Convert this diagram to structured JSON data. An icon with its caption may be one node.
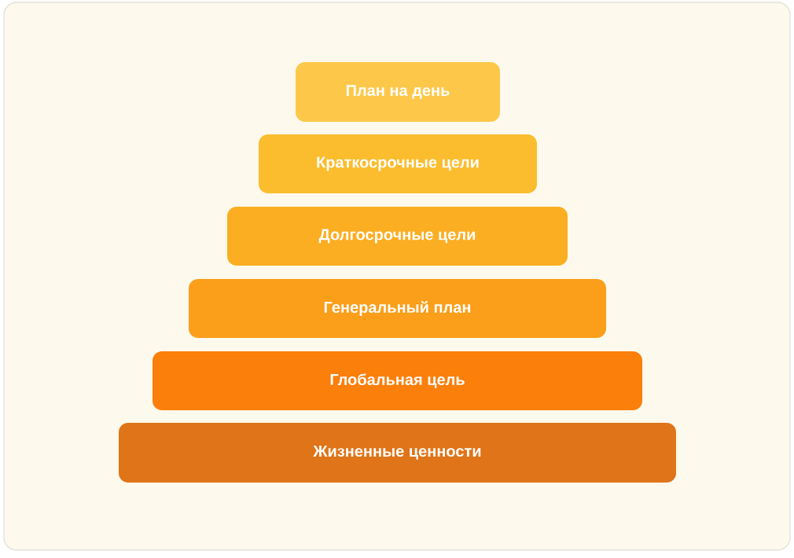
{
  "diagram": {
    "nodes": [
      {
        "text": [
          "План на день"
        ]
      },
      {
        "text": [
          "Краткосрочные цели"
        ]
      },
      {
        "text": [
          "Долгосрочные цели"
        ]
      },
      {
        "text": [
          "Генеральный план"
        ]
      },
      {
        "text": [
          "Глобальная цель"
        ]
      },
      {
        "text": [
          "Жизненные ценности"
        ]
      }
    ]
  }
}
